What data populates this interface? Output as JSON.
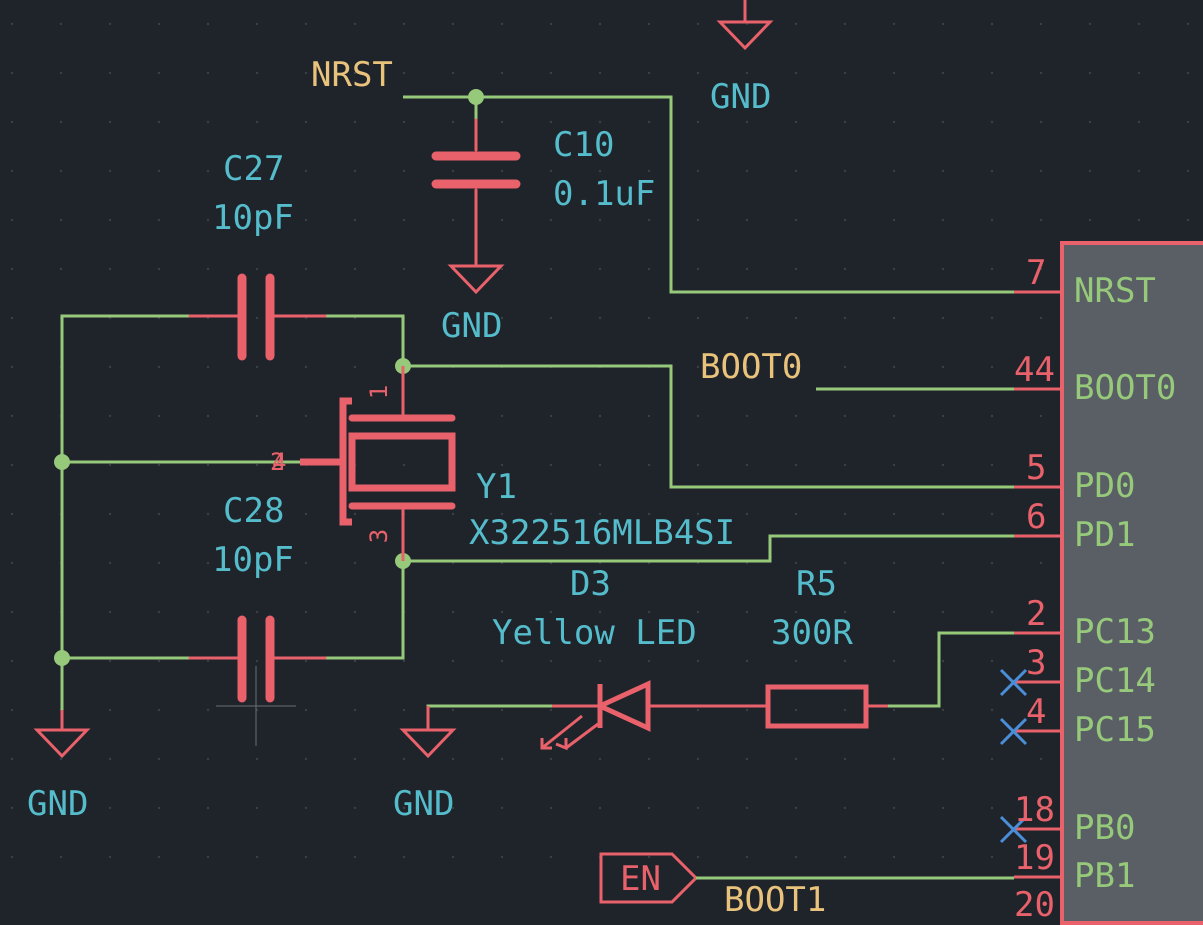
{
  "colors": {
    "background": "#1f232a",
    "wire": "#96c97a",
    "symbol": "#e9616a",
    "reference": "#55bccb",
    "net_label": "#e9c27c",
    "ic_body": "#5a5f66",
    "no_connect": "#4a8ed8"
  },
  "net_labels": {
    "nrst": "NRST",
    "boot0": "BOOT0",
    "boot1": "BOOT1",
    "en": "EN"
  },
  "components": {
    "c10": {
      "ref": "C10",
      "value": "0.1uF"
    },
    "c27": {
      "ref": "C27",
      "value": "10pF"
    },
    "c28": {
      "ref": "C28",
      "value": "10pF"
    },
    "y1": {
      "ref": "Y1",
      "value": "X322516MLB4SI",
      "pins": [
        "1",
        "2",
        "3",
        "4"
      ]
    },
    "d3": {
      "ref": "D3",
      "value": "Yellow LED"
    },
    "r5": {
      "ref": "R5",
      "value": "300R"
    }
  },
  "power": {
    "gnd_top": "GND",
    "gnd_c10": "GND",
    "gnd_left": "GND",
    "gnd_led": "GND"
  },
  "ic_pins": [
    {
      "num": "7",
      "name": "NRST"
    },
    {
      "num": "44",
      "name": "BOOT0"
    },
    {
      "num": "5",
      "name": "PD0"
    },
    {
      "num": "6",
      "name": "PD1"
    },
    {
      "num": "2",
      "name": "PC13"
    },
    {
      "num": "3",
      "name": "PC14"
    },
    {
      "num": "4",
      "name": "PC15"
    },
    {
      "num": "18",
      "name": "PB0"
    },
    {
      "num": "19",
      "name": "PB1"
    },
    {
      "num": "20",
      "name": ""
    }
  ]
}
